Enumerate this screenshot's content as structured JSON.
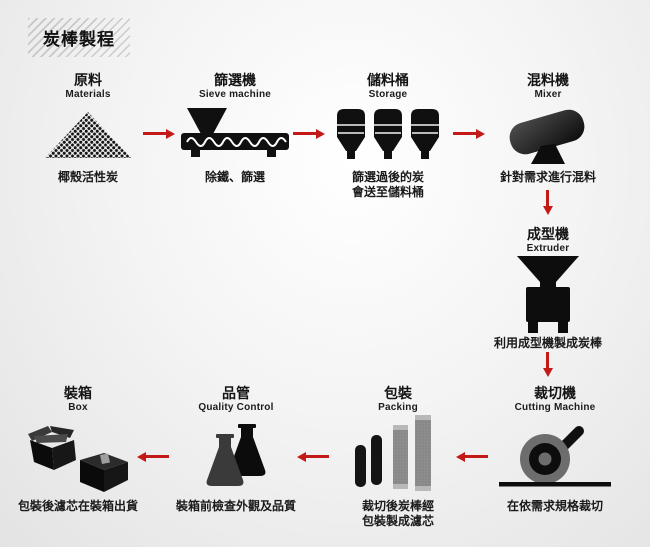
{
  "page": {
    "title": "炭棒製程",
    "colors": {
      "background_edge": "#e3e3e3",
      "background_center": "#ffffff",
      "accent_red": "#c41a17",
      "ink": "#141414",
      "gray_wheel": "#6d6d6d",
      "gray_filter": "#8d8d8d"
    }
  },
  "steps": [
    {
      "id": "materials",
      "title": "原料",
      "subtitle": "Materials",
      "caption": "椰殼活性炭",
      "icon": "carbon-pile-icon"
    },
    {
      "id": "sieve",
      "title": "篩選機",
      "subtitle": "Sieve machine",
      "caption": "除鐵、篩選",
      "icon": "sieve-machine-icon"
    },
    {
      "id": "storage",
      "title": "儲料桶",
      "subtitle": "Storage",
      "caption": "篩選過後的炭\n會送至儲料桶",
      "icon": "storage-silos-icon"
    },
    {
      "id": "mixer",
      "title": "混料機",
      "subtitle": "Mixer",
      "caption": "針對需求進行混料",
      "icon": "mixer-icon"
    },
    {
      "id": "extruder",
      "title": "成型機",
      "subtitle": "Extruder",
      "caption": "利用成型機製成炭棒",
      "icon": "extruder-icon"
    },
    {
      "id": "cutting",
      "title": "裁切機",
      "subtitle": "Cutting Machine",
      "caption": "在依需求規格裁切",
      "icon": "cutting-machine-icon"
    },
    {
      "id": "packing",
      "title": "包裝",
      "subtitle": "Packing",
      "caption": "裁切後炭棒經\n包裝製成濾芯",
      "icon": "filter-rods-icon"
    },
    {
      "id": "qc",
      "title": "品管",
      "subtitle": "Quality Control",
      "caption": "裝箱前檢查外觀及品質",
      "icon": "flasks-icon"
    },
    {
      "id": "box",
      "title": "裝箱",
      "subtitle": "Box",
      "caption": "包裝後濾芯在裝箱出貨",
      "icon": "boxes-icon"
    }
  ],
  "flow": [
    {
      "from": "materials",
      "to": "sieve",
      "direction": "right"
    },
    {
      "from": "sieve",
      "to": "storage",
      "direction": "right"
    },
    {
      "from": "storage",
      "to": "mixer",
      "direction": "right"
    },
    {
      "from": "mixer",
      "to": "extruder",
      "direction": "down"
    },
    {
      "from": "extruder",
      "to": "cutting",
      "direction": "down"
    },
    {
      "from": "cutting",
      "to": "packing",
      "direction": "left"
    },
    {
      "from": "packing",
      "to": "qc",
      "direction": "left"
    },
    {
      "from": "qc",
      "to": "box",
      "direction": "left"
    }
  ]
}
